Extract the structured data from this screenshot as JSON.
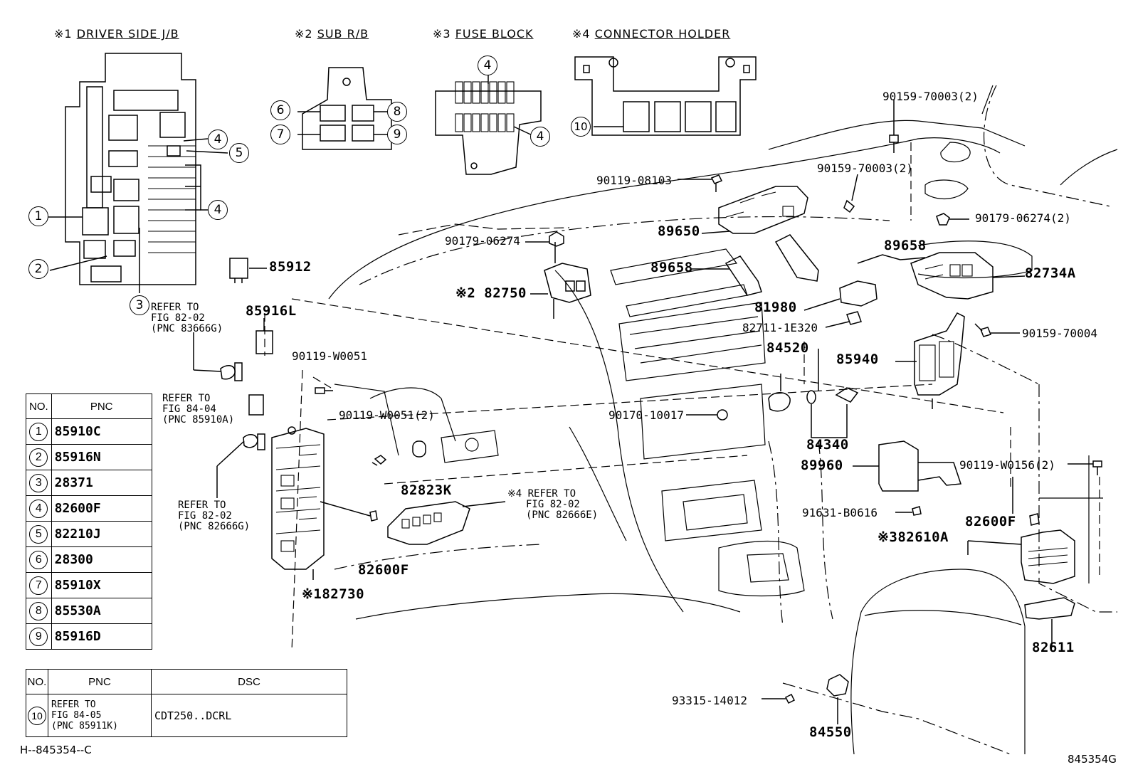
{
  "headers": {
    "driver_jb": {
      "mark": "※1",
      "title": "DRIVER SIDE J/B"
    },
    "sub_rb": {
      "mark": "※2",
      "title": "SUB R/B"
    },
    "fuse_block": {
      "mark": "※3",
      "title": "FUSE BLOCK"
    },
    "connector_holder": {
      "mark": "※4",
      "title": "CONNECTOR HOLDER"
    }
  },
  "callouts": {
    "c1": "1",
    "c2": "2",
    "c3": "3",
    "c4a": "4",
    "c4b": "4",
    "c5": "5",
    "c6": "6",
    "c7": "7",
    "c8": "8",
    "c9": "9",
    "c4c": "4",
    "c4d": "4",
    "c10": "10"
  },
  "refs": {
    "ref_83666g": {
      "l1": "REFER TO",
      "l2": "FIG 82-02",
      "l3": "(PNC 83666G)"
    },
    "ref_85910a": {
      "l1": "REFER TO",
      "l2": "FIG 84-04",
      "l3": "(PNC 85910A)"
    },
    "ref_82666g": {
      "l1": "REFER TO",
      "l2": "FIG 82-02",
      "l3": "(PNC 82666G)"
    },
    "ref_82666e": {
      "l1": "※4 REFER TO",
      "l2": "FIG 82-02",
      "l3": "(PNC 82666E)"
    }
  },
  "parts": {
    "p85912": "85912",
    "p85916l": "85916L",
    "p90119_w0051": "90119-W0051",
    "p90119_w0051_2": "90119-W0051(2)",
    "p82823k": "82823K",
    "p82600f_a": "82600F",
    "p82730": "※182730",
    "p82750": "※2 82750",
    "p90179_06274a": "90179-06274",
    "p90119_08103": "90119-08103",
    "p89650": "89650",
    "p89658a": "89658",
    "p90159_70003a": "90159-70003(2)",
    "p90159_70003b": "90159-70003(2)",
    "p90179_06274b": "90179-06274(2)",
    "p89658b": "89658",
    "p82734a": "82734A",
    "p81980": "81980",
    "p82711": "82711-1E320",
    "p90159_70004": "90159-70004",
    "p84520": "84520",
    "p85940": "85940",
    "p90170_10017": "90170-10017",
    "p84340": "84340",
    "p89960": "89960",
    "p90119_w0156": "90119-W0156(2)",
    "p91631": "91631-B0616",
    "p82600f_b": "82600F",
    "p82610a": "※382610A",
    "p82611": "82611",
    "p93315": "93315-14012",
    "p84550": "84550"
  },
  "pnc_table": {
    "headers": {
      "no": "NO.",
      "pnc": "PNC"
    },
    "rows": [
      {
        "no": "1",
        "pnc": "85910C"
      },
      {
        "no": "2",
        "pnc": "85916N"
      },
      {
        "no": "3",
        "pnc": "28371"
      },
      {
        "no": "4",
        "pnc": "82600F"
      },
      {
        "no": "5",
        "pnc": "82210J"
      },
      {
        "no": "6",
        "pnc": "28300"
      },
      {
        "no": "7",
        "pnc": "85910X"
      },
      {
        "no": "8",
        "pnc": "85530A"
      },
      {
        "no": "9",
        "pnc": "85916D"
      }
    ]
  },
  "dsc_table": {
    "headers": {
      "no": "NO.",
      "pnc": "PNC",
      "dsc": "DSC"
    },
    "row": {
      "no": "10",
      "pnc_l1": "REFER TO",
      "pnc_l2": "FIG 84-05",
      "pnc_l3": "(PNC 85911K)",
      "dsc": "CDT250..DCRL"
    }
  },
  "footer": {
    "left_code": "H--845354--C",
    "right_code": "845354G"
  }
}
